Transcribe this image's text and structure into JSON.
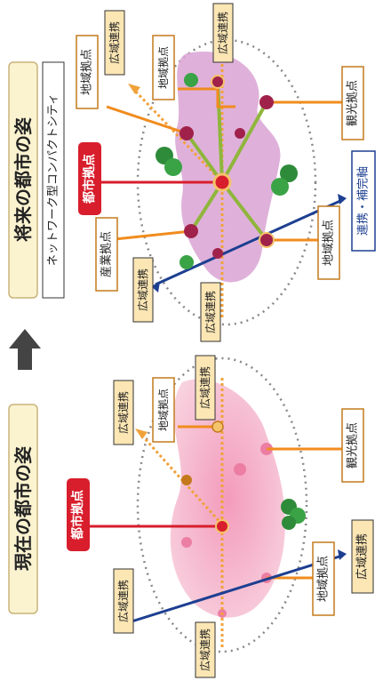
{
  "present": {
    "heading": "現在の都市の姿",
    "city_hub": "都市拠点",
    "wide_link_left": "広域連携",
    "wide_link_top": "広域連携",
    "wide_link_bottom": "広域連携",
    "wide_link_right": "広域連携",
    "wide_link_diagonal": "広域連携",
    "regional_hub_top": "地域拠点",
    "regional_hub_bottom": "地域拠点",
    "tourism_hub": "観光拠点"
  },
  "future": {
    "heading": "将来の都市の姿",
    "subtitle": "ネットワーク型コンパクトシティ",
    "city_hub": "都市拠点",
    "wide_link_top": "広域連携",
    "wide_link_bottom": "広域連携",
    "wide_link_diagonal": "広域連携",
    "wide_link_left": "広域連携",
    "regional_hub_top": "地域拠点",
    "regional_hub_left": "地域拠点",
    "regional_hub_bottom": "地域拠点",
    "industry_hub": "産業拠点",
    "tourism_hub": "観光拠点",
    "cooperation": "連携・補完軸"
  },
  "colors": {
    "red": "#d81e2c",
    "orange": "#f08c1e",
    "navy": "#1d3f91",
    "green": "#8fb63c",
    "pink": "#f6b6cc",
    "purple": "#d9a3d4",
    "label_bg": "#fbe6b4"
  }
}
